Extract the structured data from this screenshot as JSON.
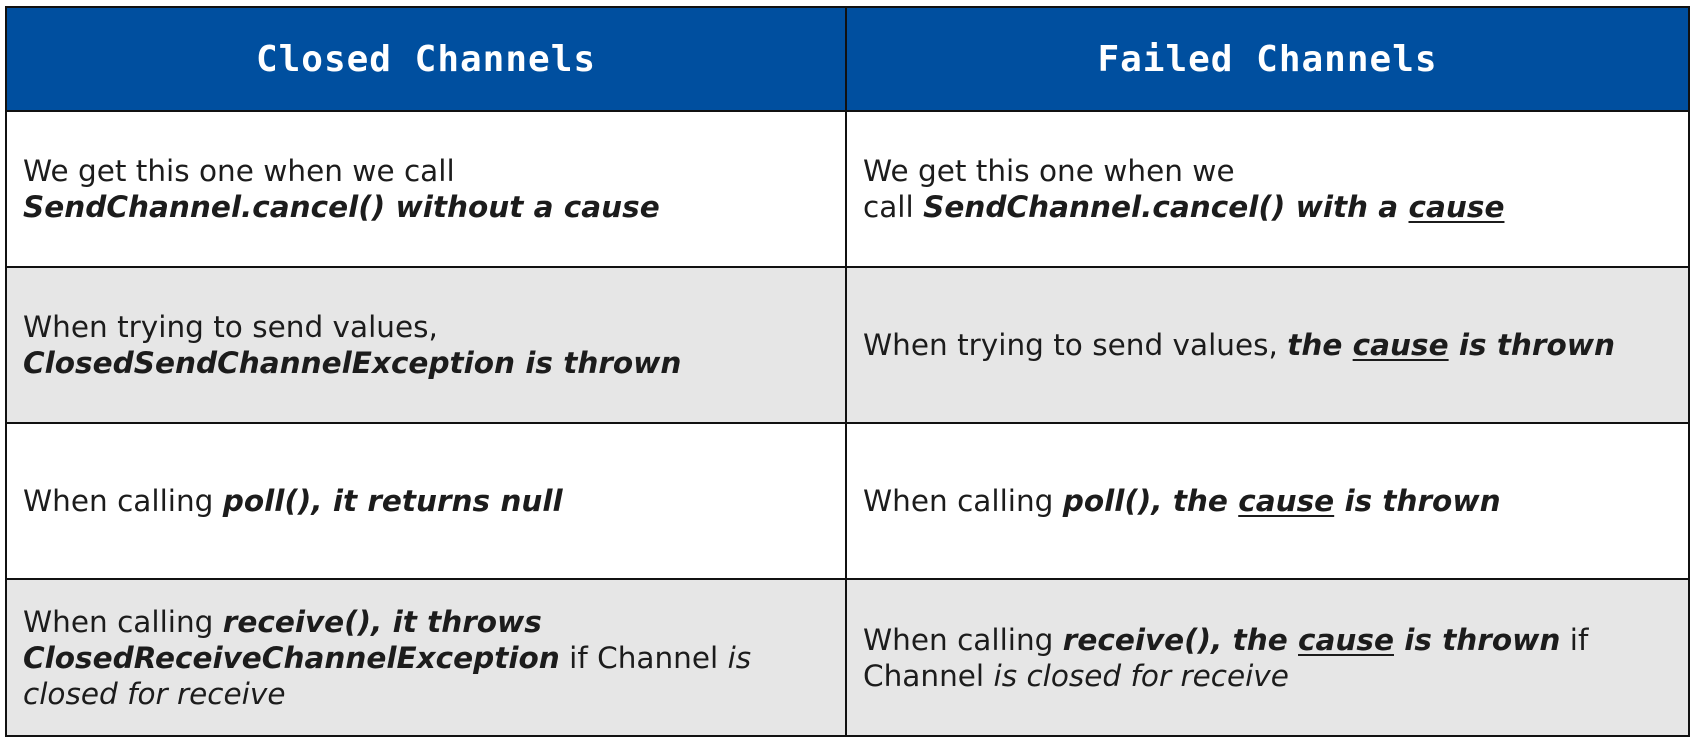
{
  "headers": {
    "closed": "Closed Channels",
    "failed": "Failed Channels"
  },
  "rows": [
    {
      "closed": {
        "p1": "We get this one when we call",
        "p2": "SendChannel.cancel() without a cause"
      },
      "failed": {
        "p1": "We get this one when we",
        "p2": "call ",
        "p3": "SendChannel.cancel() with a ",
        "p4": "cause"
      }
    },
    {
      "closed": {
        "p1": "When trying to send values,",
        "p2": "ClosedSendChannelException is thrown"
      },
      "failed": {
        "p1": "When trying to send values, ",
        "p2": "the ",
        "p3": "cause",
        "p4": " is thrown"
      }
    },
    {
      "closed": {
        "p1": "When calling ",
        "p2": "poll(), it returns null"
      },
      "failed": {
        "p1": "When calling ",
        "p2": "poll(), the ",
        "p3": "cause",
        "p4": " is thrown"
      }
    },
    {
      "closed": {
        "p1": "When calling ",
        "p2": "receive(), it throws",
        "p3": "ClosedReceiveChannelException",
        "p4": " if Channel ",
        "p5": "is closed for receive"
      },
      "failed": {
        "p1": "When calling ",
        "p2": "receive(), the ",
        "p3": "cause",
        "p4": " is thrown",
        "p5": " if",
        "p6": "Channel ",
        "p7": "is closed for receive"
      }
    }
  ],
  "colors": {
    "header_bg": "#004f9f",
    "header_text": "#ffffff",
    "alt_row_bg": "#e6e6e6",
    "border": "#111111"
  }
}
